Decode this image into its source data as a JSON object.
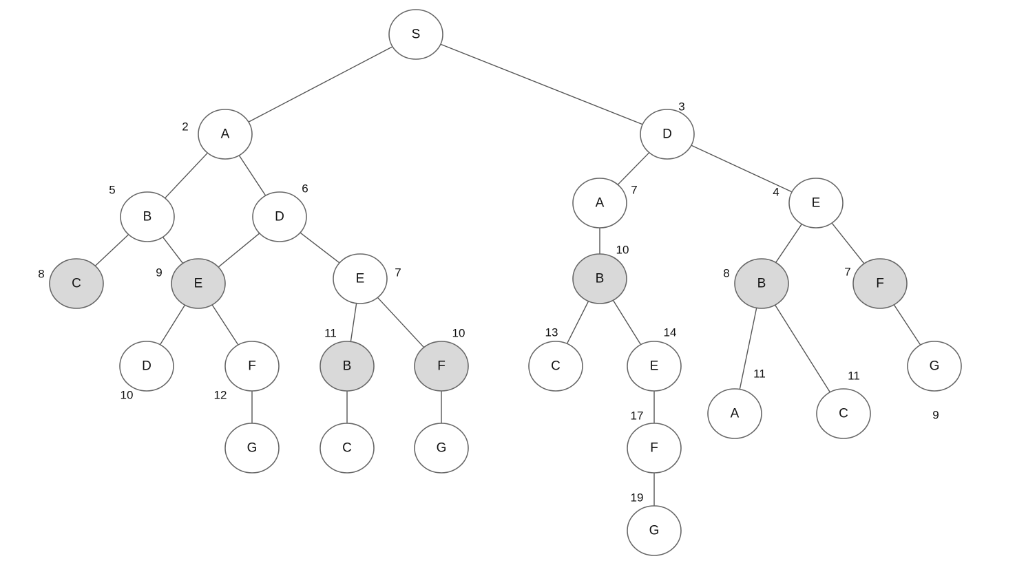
{
  "title": "Search tree",
  "colors": {
    "visited_fill": "#d9d9d9",
    "default_fill": "#ffffff",
    "stroke": "#666666"
  },
  "nodes": [
    {
      "id": "n1",
      "label": "S",
      "cost": null,
      "shaded": false
    },
    {
      "id": "n2",
      "label": "A",
      "cost": "2",
      "shaded": false
    },
    {
      "id": "n3",
      "label": "D",
      "cost": "3",
      "shaded": false
    },
    {
      "id": "n4",
      "label": "B",
      "cost": "5",
      "shaded": false
    },
    {
      "id": "n5",
      "label": "D",
      "cost": "6",
      "shaded": false
    },
    {
      "id": "n6",
      "label": "C",
      "cost": "8",
      "shaded": true
    },
    {
      "id": "n7",
      "label": "E",
      "cost": "9",
      "shaded": true
    },
    {
      "id": "n8",
      "label": "E",
      "cost": "7",
      "shaded": false
    },
    {
      "id": "n9",
      "label": "D",
      "cost": "10",
      "shaded": false
    },
    {
      "id": "n10",
      "label": "F",
      "cost": "12",
      "shaded": false
    },
    {
      "id": "n11",
      "label": "G",
      "cost": null,
      "shaded": false
    },
    {
      "id": "n12",
      "label": "B",
      "cost": "11",
      "shaded": true
    },
    {
      "id": "n13",
      "label": "F",
      "cost": "10",
      "shaded": true
    },
    {
      "id": "n14",
      "label": "C",
      "cost": null,
      "shaded": false
    },
    {
      "id": "n15",
      "label": "G",
      "cost": null,
      "shaded": false
    },
    {
      "id": "n16",
      "label": "A",
      "cost": "7",
      "shaded": false
    },
    {
      "id": "n17",
      "label": "E",
      "cost": "4",
      "shaded": false
    },
    {
      "id": "n18",
      "label": "B",
      "cost": "10",
      "shaded": true
    },
    {
      "id": "n19",
      "label": "C",
      "cost": "13",
      "shaded": false
    },
    {
      "id": "n20",
      "label": "E",
      "cost": "14",
      "shaded": false
    },
    {
      "id": "n21",
      "label": "F",
      "cost": "17",
      "shaded": false
    },
    {
      "id": "n22",
      "label": "G",
      "cost": "19",
      "shaded": false
    },
    {
      "id": "n23",
      "label": "B",
      "cost": "8",
      "shaded": true
    },
    {
      "id": "n24",
      "label": "F",
      "cost": "7",
      "shaded": true
    },
    {
      "id": "n25",
      "label": "A",
      "cost": "11",
      "shaded": false
    },
    {
      "id": "n26",
      "label": "C",
      "cost": "11",
      "shaded": false
    },
    {
      "id": "n27",
      "label": "G",
      "cost": "9",
      "shaded": false
    }
  ],
  "edges": [
    [
      "n1",
      "n2"
    ],
    [
      "n1",
      "n3"
    ],
    [
      "n2",
      "n4"
    ],
    [
      "n2",
      "n5"
    ],
    [
      "n4",
      "n6"
    ],
    [
      "n4",
      "n7"
    ],
    [
      "n5",
      "n7"
    ],
    [
      "n5",
      "n8"
    ],
    [
      "n7",
      "n9"
    ],
    [
      "n7",
      "n10"
    ],
    [
      "n10",
      "n11"
    ],
    [
      "n8",
      "n12"
    ],
    [
      "n8",
      "n13"
    ],
    [
      "n12",
      "n14"
    ],
    [
      "n13",
      "n15"
    ],
    [
      "n3",
      "n16"
    ],
    [
      "n3",
      "n17"
    ],
    [
      "n16",
      "n18"
    ],
    [
      "n18",
      "n19"
    ],
    [
      "n18",
      "n20"
    ],
    [
      "n20",
      "n21"
    ],
    [
      "n21",
      "n22"
    ],
    [
      "n17",
      "n23"
    ],
    [
      "n17",
      "n24"
    ],
    [
      "n23",
      "n25"
    ],
    [
      "n23",
      "n26"
    ],
    [
      "n24",
      "n27"
    ]
  ]
}
